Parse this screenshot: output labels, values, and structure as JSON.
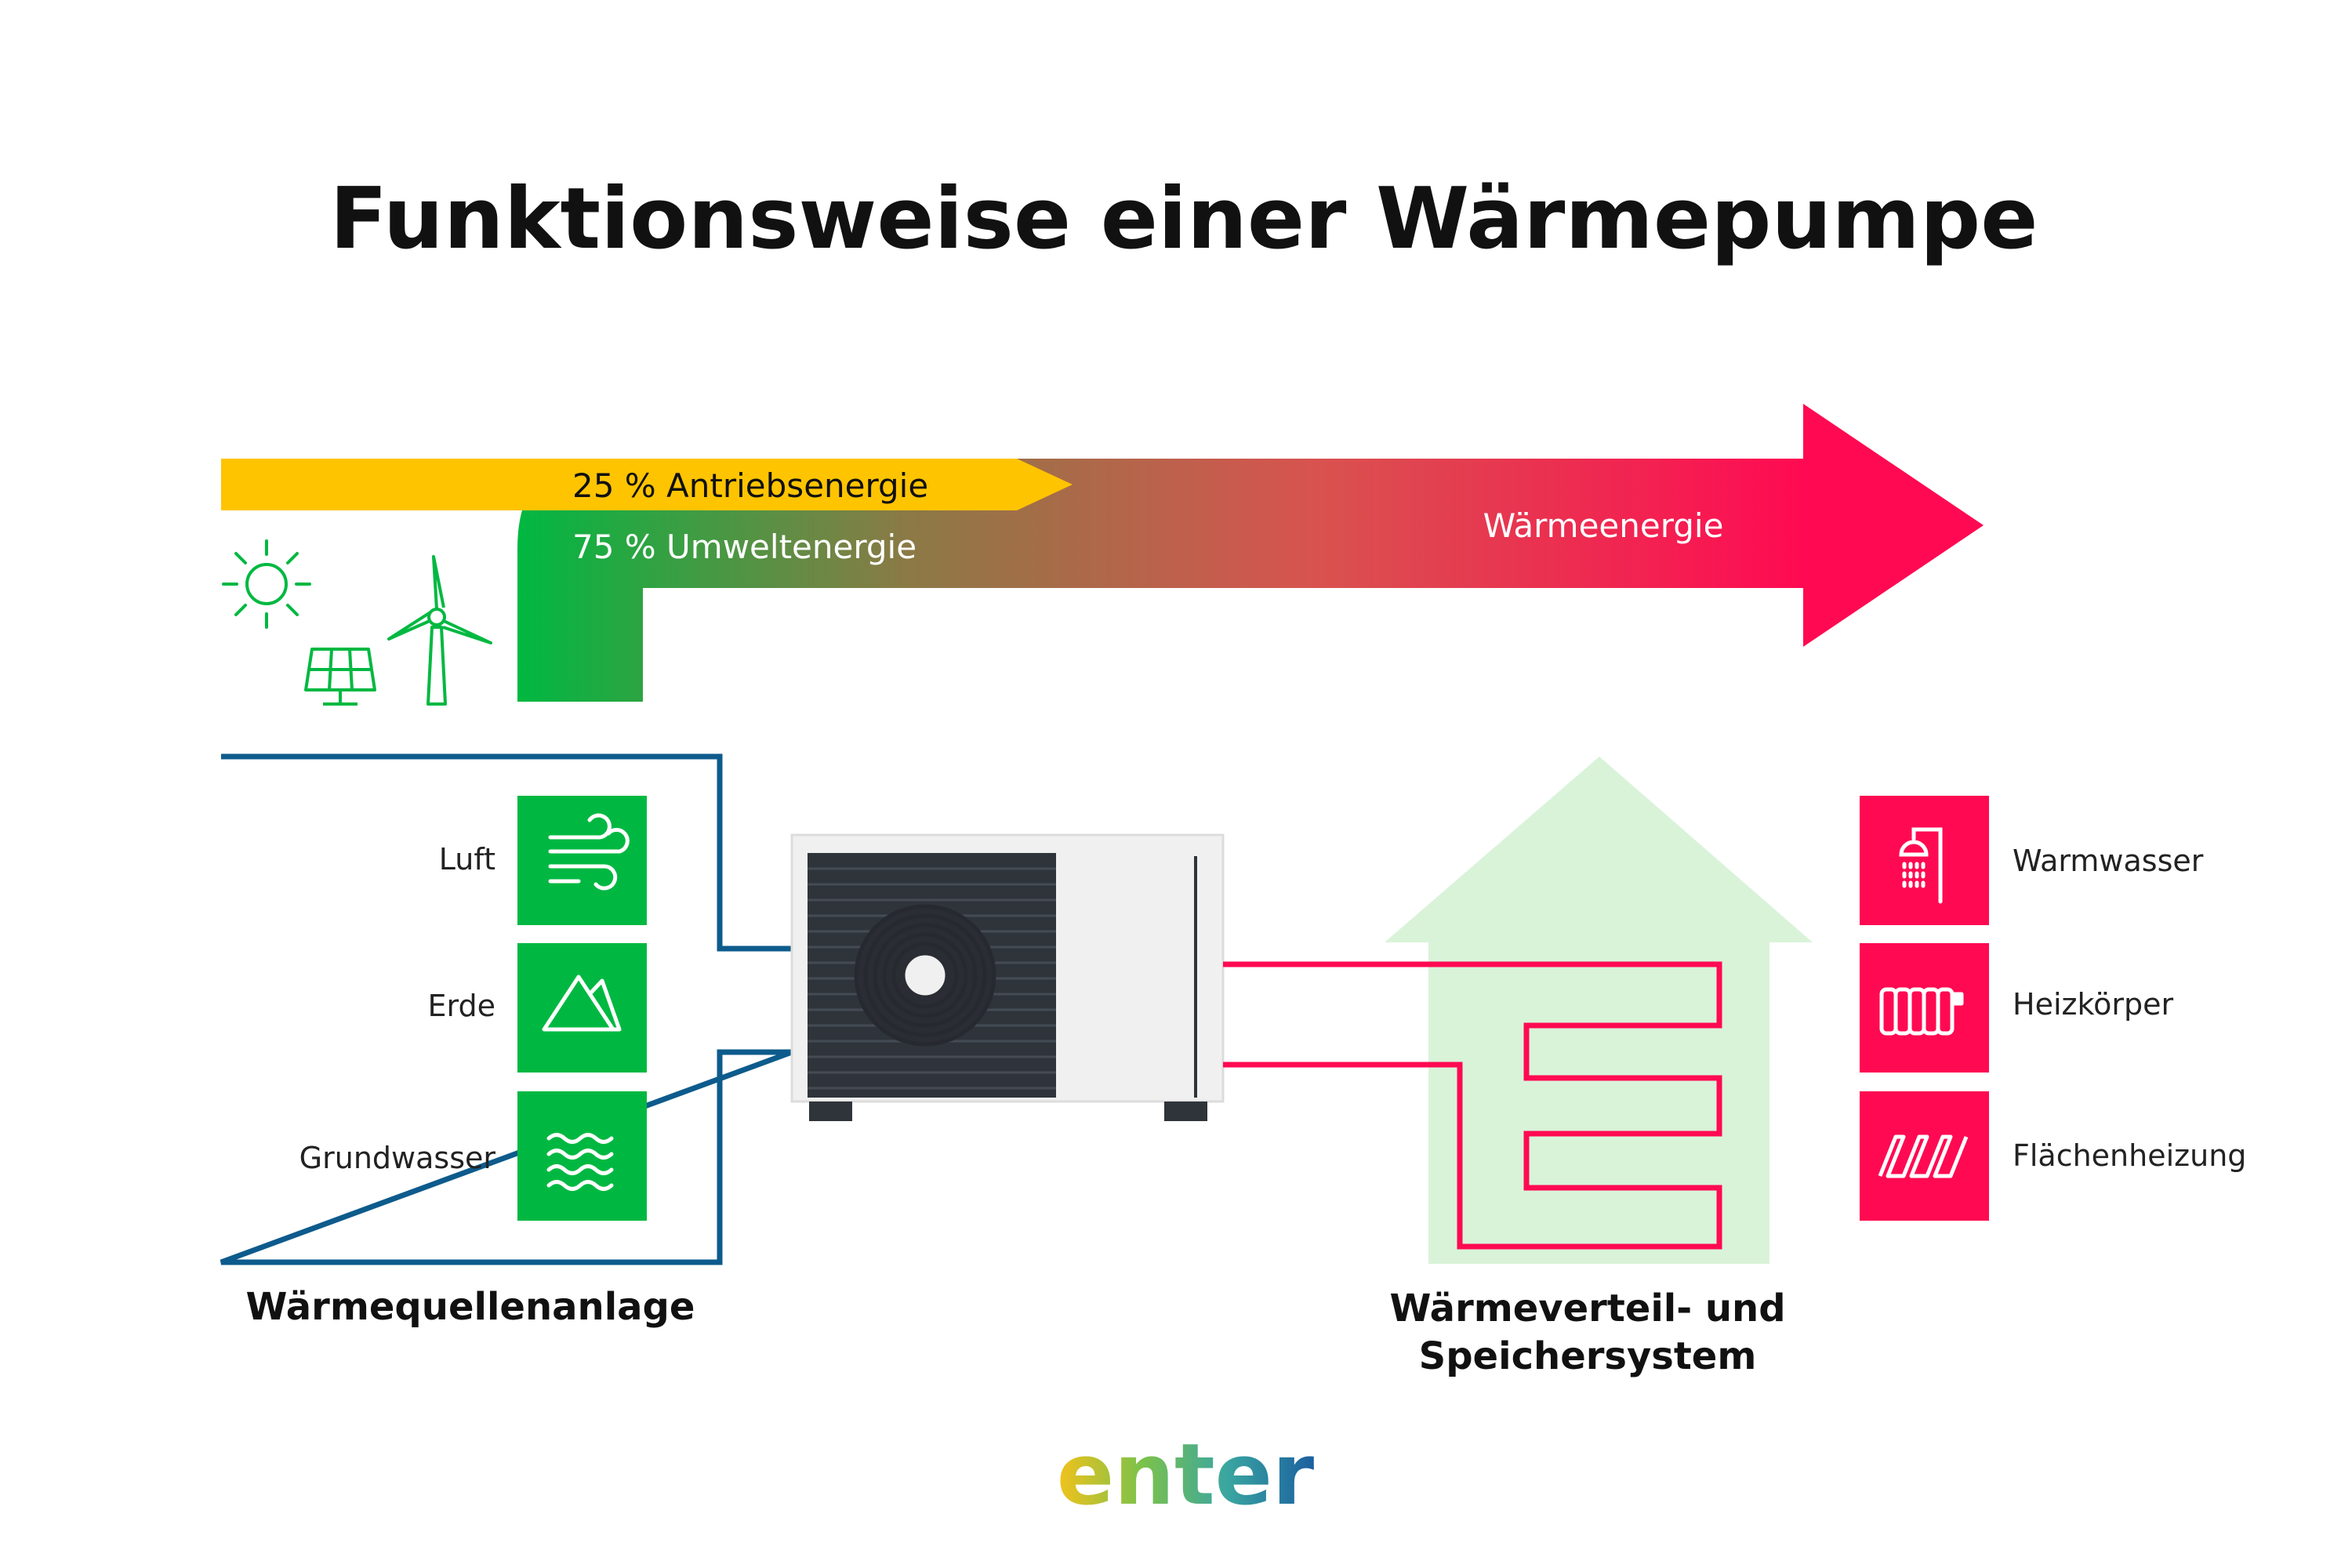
{
  "title": "Funktionsweise einer Wärmepumpe",
  "flow": {
    "drive_energy": "25 % Antriebsenergie",
    "ambient_energy": "75 % Umweltenergie",
    "heat_energy": "Wärmeenergie"
  },
  "heat_sources": {
    "label": "Wärmequellenanlage",
    "items": [
      {
        "label": "Luft",
        "icon": "wind-icon"
      },
      {
        "label": "Erde",
        "icon": "mountain-icon"
      },
      {
        "label": "Grundwasser",
        "icon": "waves-icon"
      }
    ]
  },
  "distribution": {
    "label_line1": "Wärmeverteil- und",
    "label_line2": "Speichersystem",
    "items": [
      {
        "label": "Warmwasser",
        "icon": "shower-icon"
      },
      {
        "label": "Heizkörper",
        "icon": "radiator-icon"
      },
      {
        "label": "Flächenheizung",
        "icon": "floor-heating-icon"
      }
    ]
  },
  "logo": "enter",
  "colors": {
    "green": "#00b841",
    "yellow": "#ffc400",
    "pink": "#ff0a52",
    "blue": "#0d5b8c",
    "light_green": "#d9f3d9",
    "dark_grey": "#2f343b"
  }
}
